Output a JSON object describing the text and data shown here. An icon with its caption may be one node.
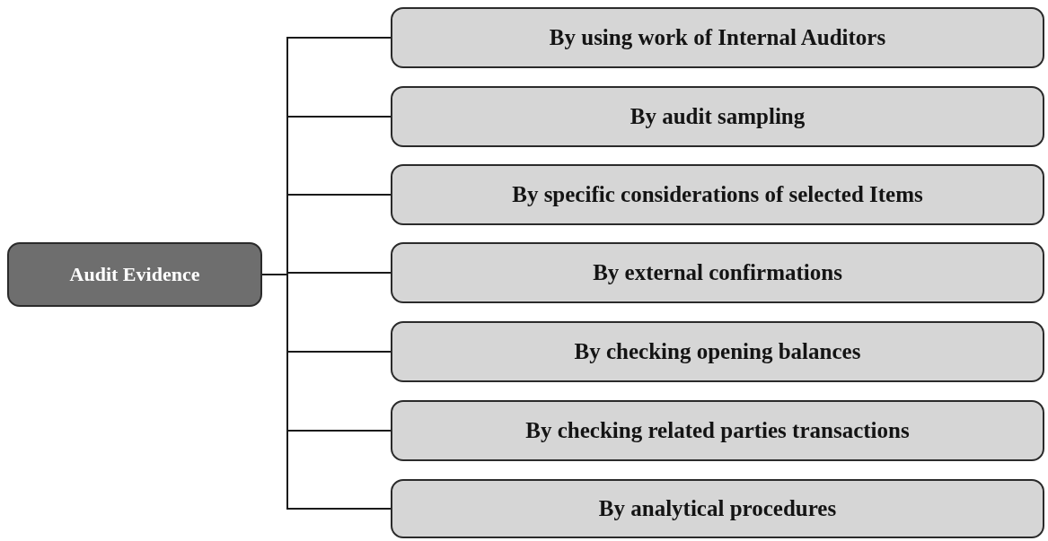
{
  "diagram": {
    "nodes": [
      {
        "text": [
          "Audit Evidence"
        ]
      },
      {
        "text": [
          "By using work of Internal Auditors"
        ]
      },
      {
        "text": [
          "By audit sampling"
        ]
      },
      {
        "text": [
          "By specific considerations of selected Items"
        ]
      },
      {
        "text": [
          "By external confirmations"
        ]
      },
      {
        "text": [
          "By checking opening balances"
        ]
      },
      {
        "text": [
          "By checking related parties transactions"
        ]
      },
      {
        "text": [
          "By analytical procedures"
        ]
      }
    ],
    "edges": [
      {
        "from": 0,
        "to": 1,
        "arrow": "none"
      },
      {
        "from": 0,
        "to": 2,
        "arrow": "none"
      },
      {
        "from": 0,
        "to": 3,
        "arrow": "none"
      },
      {
        "from": 0,
        "to": 4,
        "arrow": "none"
      },
      {
        "from": 0,
        "to": 5,
        "arrow": "none"
      },
      {
        "from": 0,
        "to": 6,
        "arrow": "none"
      },
      {
        "from": 0,
        "to": 7,
        "arrow": "none"
      }
    ]
  }
}
